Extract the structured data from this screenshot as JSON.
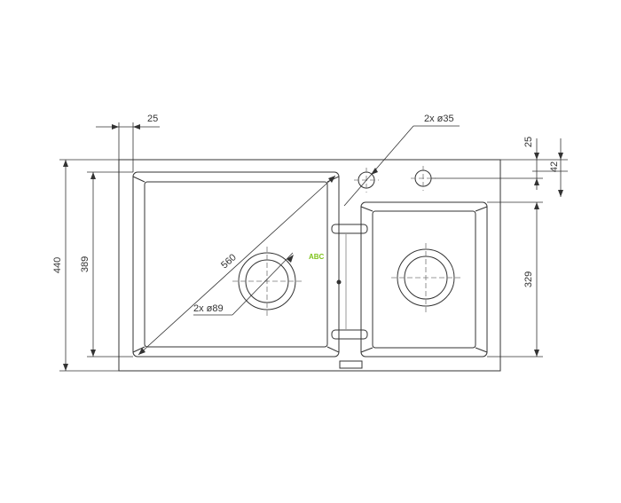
{
  "dimensions": {
    "overall_length": "560",
    "overall_width": "440",
    "main_bowl_depth": "389",
    "small_bowl_depth": "329",
    "edge_offset": "25",
    "tap_hole_offset_top": "25",
    "tap_hole_offset_total": "42",
    "tap_holes": "2x ø35",
    "drain_holes": "2x ø89"
  },
  "logo": {
    "text": "ABC"
  },
  "colors": {
    "line": "#333333",
    "light_line": "#777777",
    "logo": "#7fc31c"
  }
}
